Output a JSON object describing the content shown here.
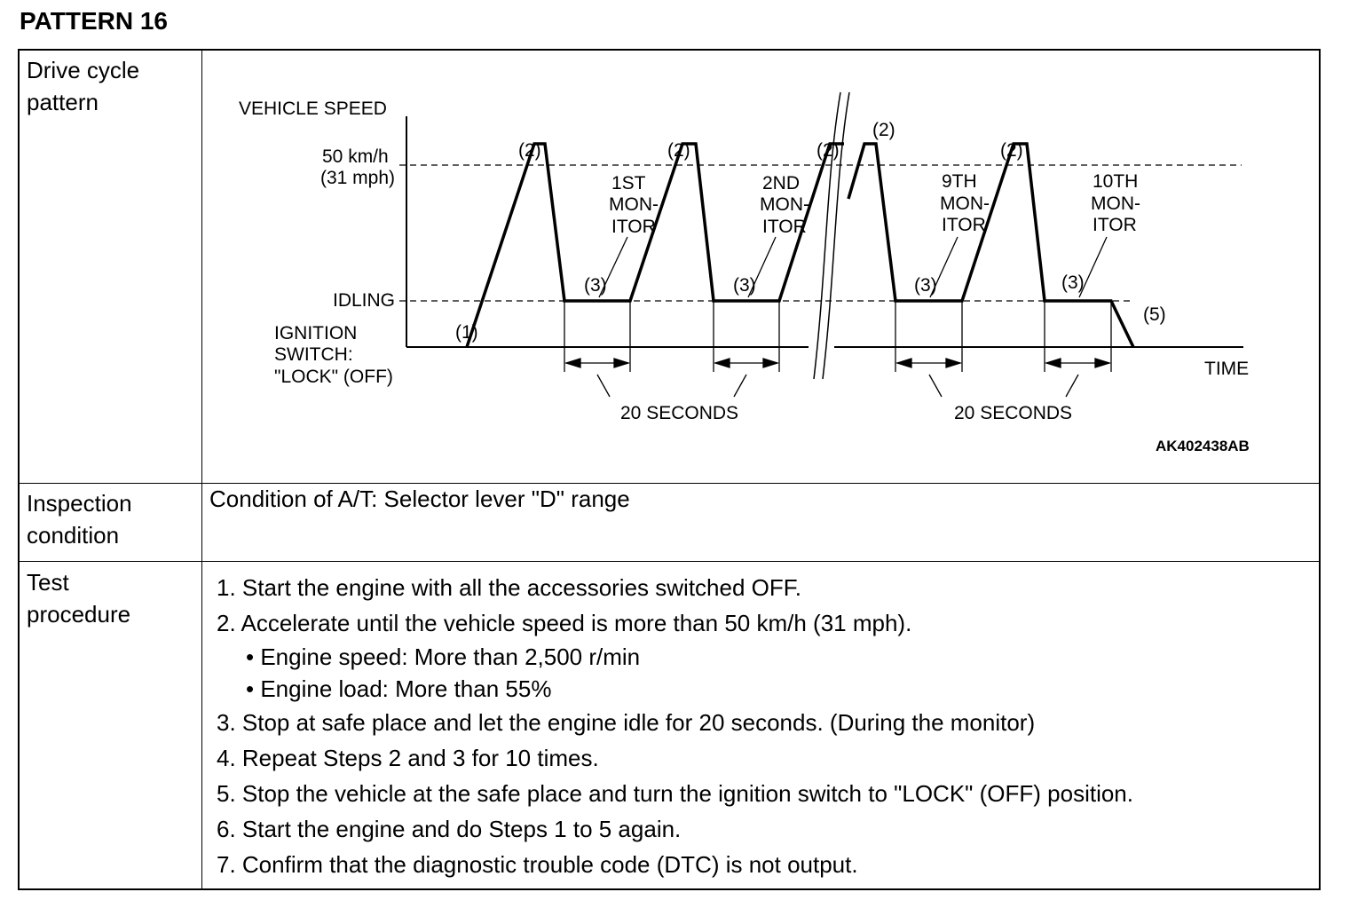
{
  "title": "PATTERN 16",
  "row_labels": {
    "drive_cycle": [
      "Drive cycle",
      "pattern"
    ],
    "inspection": [
      "Inspection",
      "condition"
    ],
    "test": [
      "Test",
      "procedure"
    ]
  },
  "diagram": {
    "y_axis_label": "VEHICLE SPEED",
    "speed_label_line1": "50 km/h",
    "speed_label_line2": "(31 mph)",
    "idling_label": "IDLING",
    "ignition_label": [
      "IGNITION",
      "SWITCH:",
      "\"LOCK\" (OFF)"
    ],
    "x_axis_label": "TIME",
    "markers": {
      "one": "(1)",
      "two": "(2)",
      "three": "(3)",
      "five": "(5)"
    },
    "monitors": [
      [
        "1ST",
        "MON-",
        "ITOR"
      ],
      [
        "2ND",
        "MON-",
        "ITOR"
      ],
      [
        "9TH",
        "MON-",
        "ITOR"
      ],
      [
        "10TH",
        "MON-",
        "ITOR"
      ]
    ],
    "duration_label": "20 SECONDS",
    "figure_code": "AK402438AB"
  },
  "inspection_condition": "Condition of A/T: Selector lever \"D\" range",
  "steps": [
    "1. Start the engine with all the accessories switched OFF.",
    "2. Accelerate until the vehicle speed is more than 50 km/h (31 mph).",
    "•  Engine speed: More than 2,500 r/min",
    "•  Engine load: More than 55%",
    "3. Stop at safe place and let the engine idle for 20 seconds. (During the monitor)",
    "4. Repeat Steps 2 and 3 for 10 times.",
    "5. Stop the vehicle at the safe place and turn the ignition switch to \"LOCK\" (OFF) position.",
    "6. Start the engine and do Steps 1 to 5 again.",
    "7. Confirm that the diagnostic trouble code (DTC) is not output."
  ]
}
